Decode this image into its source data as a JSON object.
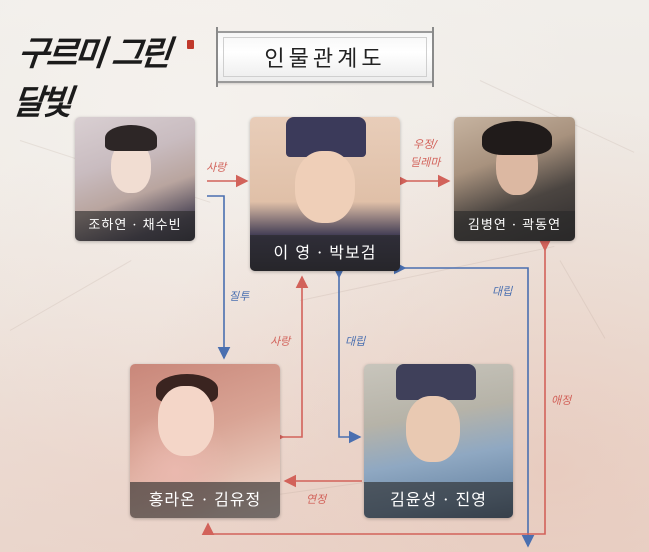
{
  "header": {
    "logo_text": "구르미 그린 달빛",
    "title": "인물관계도"
  },
  "colors": {
    "love_line": "#d2625a",
    "conflict_line": "#4a6fb0",
    "caption_bg": "rgba(40,40,40,0.62)"
  },
  "characters": [
    {
      "id": "jo-ha-yeon",
      "caption": "조하연 · 채수빈",
      "role": "조하연",
      "actor": "채수빈"
    },
    {
      "id": "lee-yeong",
      "caption": "이 영 · 박보검",
      "role": "이 영",
      "actor": "박보검"
    },
    {
      "id": "kim-byeong-yeon",
      "caption": "김병연 · 곽동연",
      "role": "김병연",
      "actor": "곽동연"
    },
    {
      "id": "hong-ra-on",
      "caption": "홍라온 · 김유정",
      "role": "홍라온",
      "actor": "김유정"
    },
    {
      "id": "kim-yun-seong",
      "caption": "김윤성 · 진영",
      "role": "김윤성",
      "actor": "진영"
    }
  ],
  "relations": [
    {
      "from": "조하연",
      "to": "이 영",
      "label": "사랑",
      "type": "love"
    },
    {
      "from": "이 영",
      "to": "김병연",
      "label_line1": "우정/",
      "label_line2": "딜레마",
      "type": "love",
      "bidirectional": true
    },
    {
      "from": "조하연",
      "to": "홍라온",
      "label": "질투",
      "type": "conflict"
    },
    {
      "from": "홍라온",
      "to": "이 영",
      "label": "사랑",
      "type": "love",
      "bidirectional": true
    },
    {
      "from": "김윤성",
      "to": "이 영",
      "label": "대립",
      "type": "conflict",
      "bidirectional": true
    },
    {
      "from": "김병연",
      "to": "홍라온",
      "label": "애정",
      "type": "love"
    },
    {
      "from": "이 영",
      "to": "김윤성",
      "label": "대립",
      "type": "conflict"
    },
    {
      "from": "김윤성",
      "to": "홍라온",
      "label": "연정",
      "type": "love"
    }
  ]
}
